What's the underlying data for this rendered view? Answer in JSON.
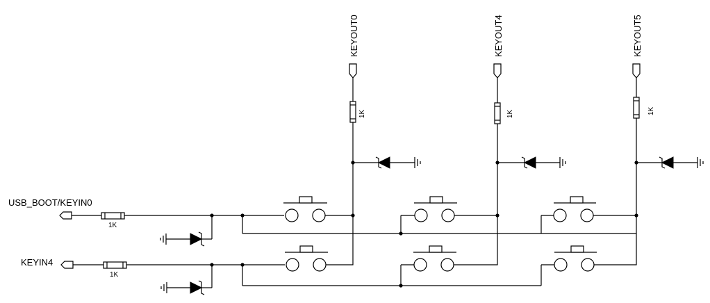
{
  "row_nets": [
    {
      "id": "row0",
      "label": "USB_BOOT/KEYIN0",
      "resistor": "1K"
    },
    {
      "id": "row1",
      "label": "KEYIN4",
      "resistor": "1K"
    }
  ],
  "column_nets": [
    {
      "id": "col0",
      "label": "KEYOUT0",
      "resistor": "1K"
    },
    {
      "id": "col1",
      "label": "KEYOUT4",
      "resistor": "1K"
    },
    {
      "id": "col2",
      "label": "KEYOUT5",
      "resistor": "1K"
    }
  ]
}
